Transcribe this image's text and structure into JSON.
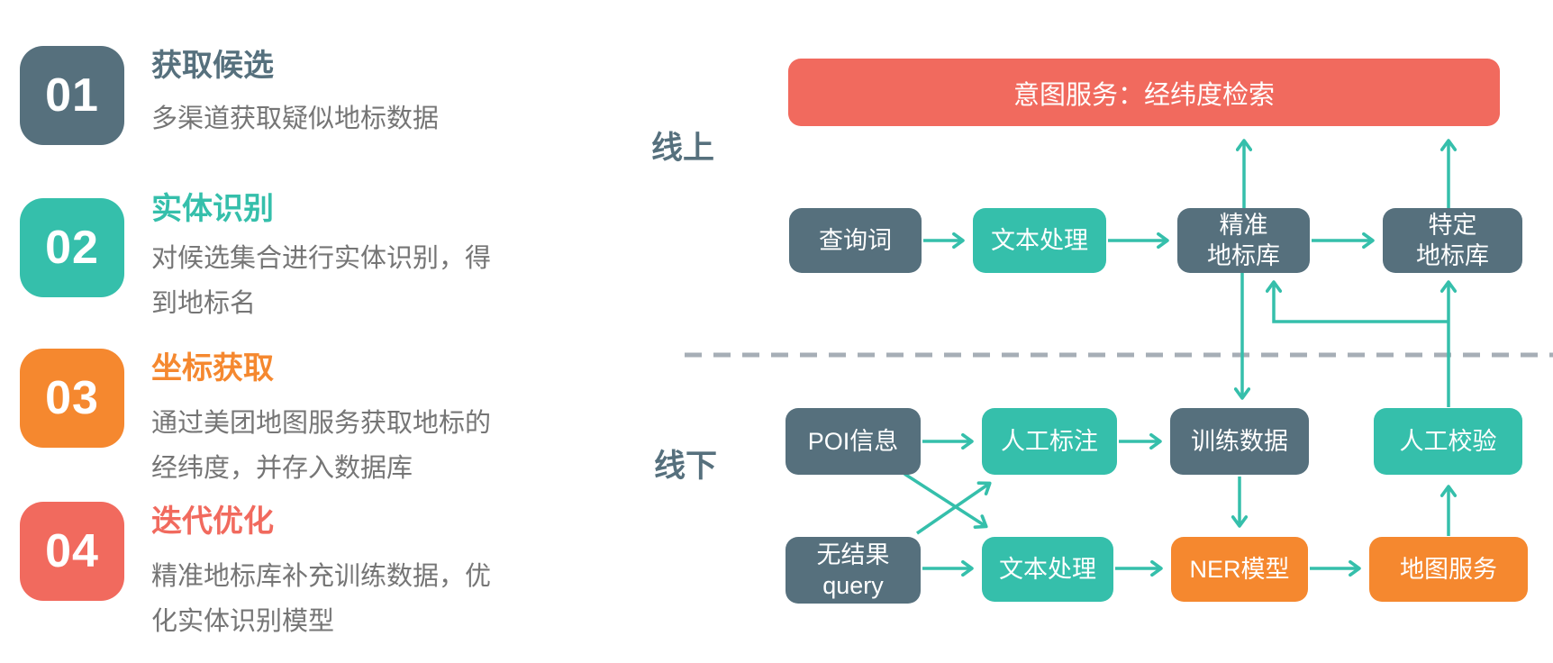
{
  "colors": {
    "slate": "#56707D",
    "teal": "#35BFAB",
    "orange": "#F5882F",
    "coral": "#F16A5E",
    "desc_gray": "#757575",
    "dashed_gray": "#A6AEB6",
    "node_text": "#FFFFFF"
  },
  "steps": [
    {
      "num": "01",
      "title": "获取候选",
      "desc": "多渠道获取疑似地标数据",
      "accent": "#56707D"
    },
    {
      "num": "02",
      "title": "实体识别",
      "desc": "对候选集合进行实体识别，得到地标名",
      "accent": "#35BFAB"
    },
    {
      "num": "03",
      "title": "坐标获取",
      "desc": "通过美团地图服务获取地标的经纬度，并存入数据库",
      "accent": "#F5882F"
    },
    {
      "num": "04",
      "title": "迭代优化",
      "desc": "精准地标库补充训练数据，优化实体识别模型",
      "accent": "#F16A5E"
    }
  ],
  "flow": {
    "banner": "意图服务：经纬度检索",
    "online_label": "线上",
    "offline_label": "线下",
    "nodes": {
      "query": "查询词",
      "text_proc_online": "文本处理",
      "precise_db": "精准\n地标库",
      "specific_db": "特定\n地标库",
      "poi": "POI信息",
      "manual_label": "人工标注",
      "training_data": "训练数据",
      "manual_verify": "人工校验",
      "no_result_query": "无结果\nquery",
      "text_proc_offline": "文本处理",
      "ner_model": "NER模型",
      "map_service": "地图服务"
    }
  }
}
